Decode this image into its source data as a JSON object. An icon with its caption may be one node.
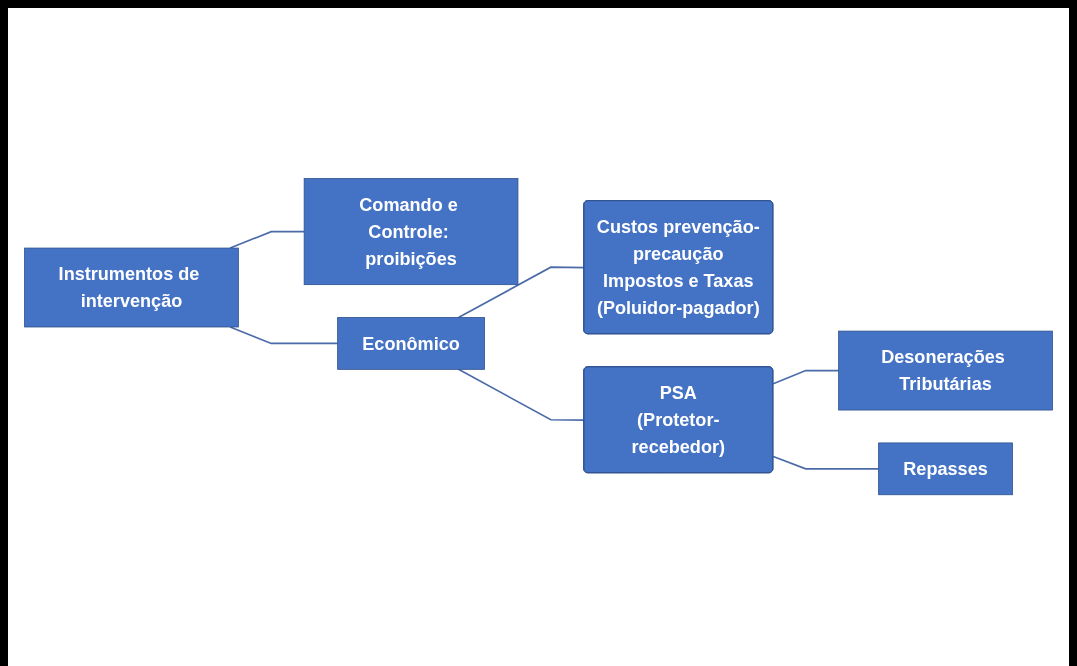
{
  "diagram": {
    "nodes": [
      {
        "text": [
          "Instrumentos de intervenção"
        ]
      },
      {
        "text": [
          "Comando e Controle: proibições"
        ]
      },
      {
        "text": [
          "Econômico"
        ]
      },
      {
        "text": [
          "Custos prevenção-precaução",
          "Impostos e Taxas",
          "(Poluidor-pagador)"
        ]
      },
      {
        "text": [
          "PSA",
          "(Protetor-recebedor)"
        ]
      },
      {
        "text": [
          "Desonerações Tributárias"
        ]
      },
      {
        "text": [
          "Repasses"
        ]
      }
    ],
    "edges": [
      {
        "from": 0,
        "to": 1,
        "arrow": "none"
      },
      {
        "from": 0,
        "to": 2,
        "arrow": "none"
      },
      {
        "from": 2,
        "to": 3,
        "arrow": "none"
      },
      {
        "from": 2,
        "to": 4,
        "arrow": "none"
      },
      {
        "from": 4,
        "to": 5,
        "arrow": "none"
      },
      {
        "from": 4,
        "to": 6,
        "arrow": "none"
      }
    ]
  }
}
